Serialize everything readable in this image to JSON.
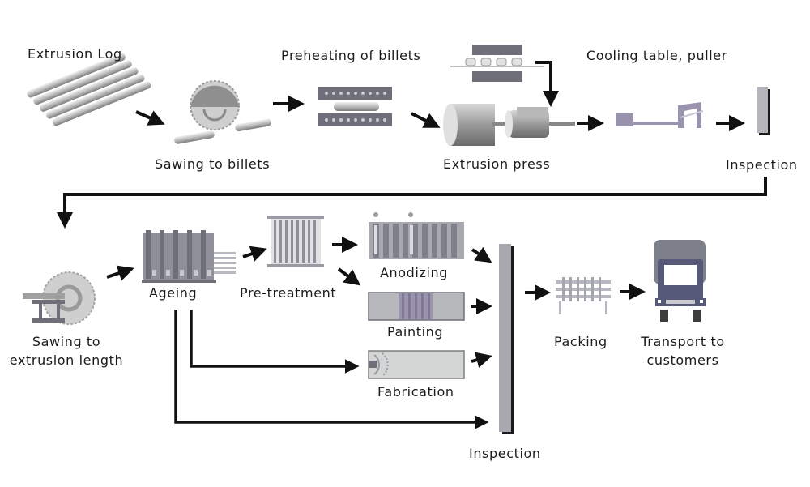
{
  "title": "Aluminium extrusion process flow",
  "colors": {
    "background": "#ffffff",
    "arrow": "#111111",
    "machine_dark": "#6e6f78",
    "machine_mid": "#8e8f98",
    "machine_light": "#c9cacf",
    "accent_purple": "#9a93ad",
    "truck_body": "#565a78",
    "truck_top": "#7d808b"
  },
  "steps": {
    "extrusion_log": {
      "label": "Extrusion Log",
      "icon": "logs-icon"
    },
    "sawing_billets": {
      "label": "Sawing to billets",
      "icon": "circular-saw-icon"
    },
    "preheating": {
      "label": "Preheating of billets",
      "icon": "furnace-icon"
    },
    "extrusion_press": {
      "label": "Extrusion press",
      "icon": "press-icon"
    },
    "cooling": {
      "label": "Cooling table, puller",
      "icon": "puller-icon"
    },
    "inspection_1": {
      "label": "Inspection",
      "icon": "inspection-panel-icon"
    },
    "sawing_length": {
      "label_line1": "Sawing to",
      "label_line2": "extrusion length",
      "icon": "circular-saw-icon"
    },
    "ageing": {
      "label": "Ageing",
      "icon": "ageing-oven-icon"
    },
    "pretreatment": {
      "label": "Pre-treatment",
      "icon": "rack-icon"
    },
    "anodizing": {
      "label": "Anodizing",
      "icon": "anodizing-tank-icon"
    },
    "painting": {
      "label": "Painting",
      "icon": "paint-booth-icon"
    },
    "fabrication": {
      "label": "Fabrication",
      "icon": "fabrication-icon"
    },
    "inspection_2": {
      "label": "Inspection",
      "icon": "inspection-panel-icon"
    },
    "packing": {
      "label": "Packing",
      "icon": "packing-rack-icon"
    },
    "transport": {
      "label_line1": "Transport to",
      "label_line2": "customers",
      "icon": "truck-icon"
    }
  },
  "flows": [
    [
      "Extrusion Log",
      "Sawing to billets"
    ],
    [
      "Sawing to billets",
      "Preheating of billets"
    ],
    [
      "Preheating of billets",
      "Extrusion press"
    ],
    [
      "Extrusion press",
      "Cooling table, puller"
    ],
    [
      "Cooling table, puller",
      "Inspection"
    ],
    [
      "Inspection",
      "Sawing to extrusion length"
    ],
    [
      "Sawing to extrusion length",
      "Ageing"
    ],
    [
      "Ageing",
      "Pre-treatment"
    ],
    [
      "Ageing",
      "Fabrication"
    ],
    [
      "Ageing",
      "Inspection"
    ],
    [
      "Pre-treatment",
      "Anodizing"
    ],
    [
      "Pre-treatment",
      "Painting"
    ],
    [
      "Anodizing",
      "Inspection"
    ],
    [
      "Painting",
      "Inspection"
    ],
    [
      "Fabrication",
      "Inspection"
    ],
    [
      "Inspection",
      "Packing"
    ],
    [
      "Packing",
      "Transport to customers"
    ]
  ]
}
